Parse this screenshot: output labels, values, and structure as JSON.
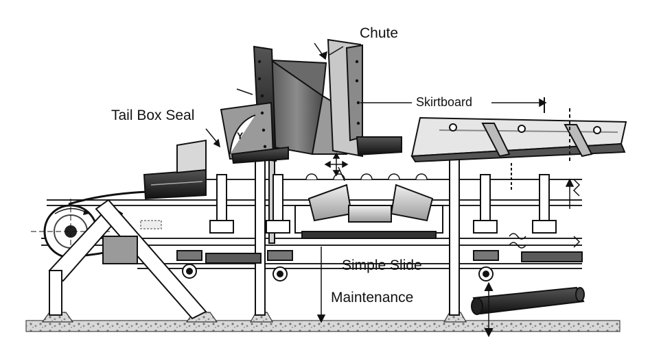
{
  "labels": {
    "chute": "Chute",
    "tail_box_seal": "Tail Box Seal",
    "skirtboard": "Skirtboard",
    "simple_slide": "Simple Slide",
    "maintenance": "Maintenance"
  },
  "colors": {
    "ink": "#111111",
    "steel_dark": "#3a3a3a",
    "steel_mid": "#7a7a7a",
    "steel_light": "#c8c8c8",
    "paper": "#ffffff"
  }
}
